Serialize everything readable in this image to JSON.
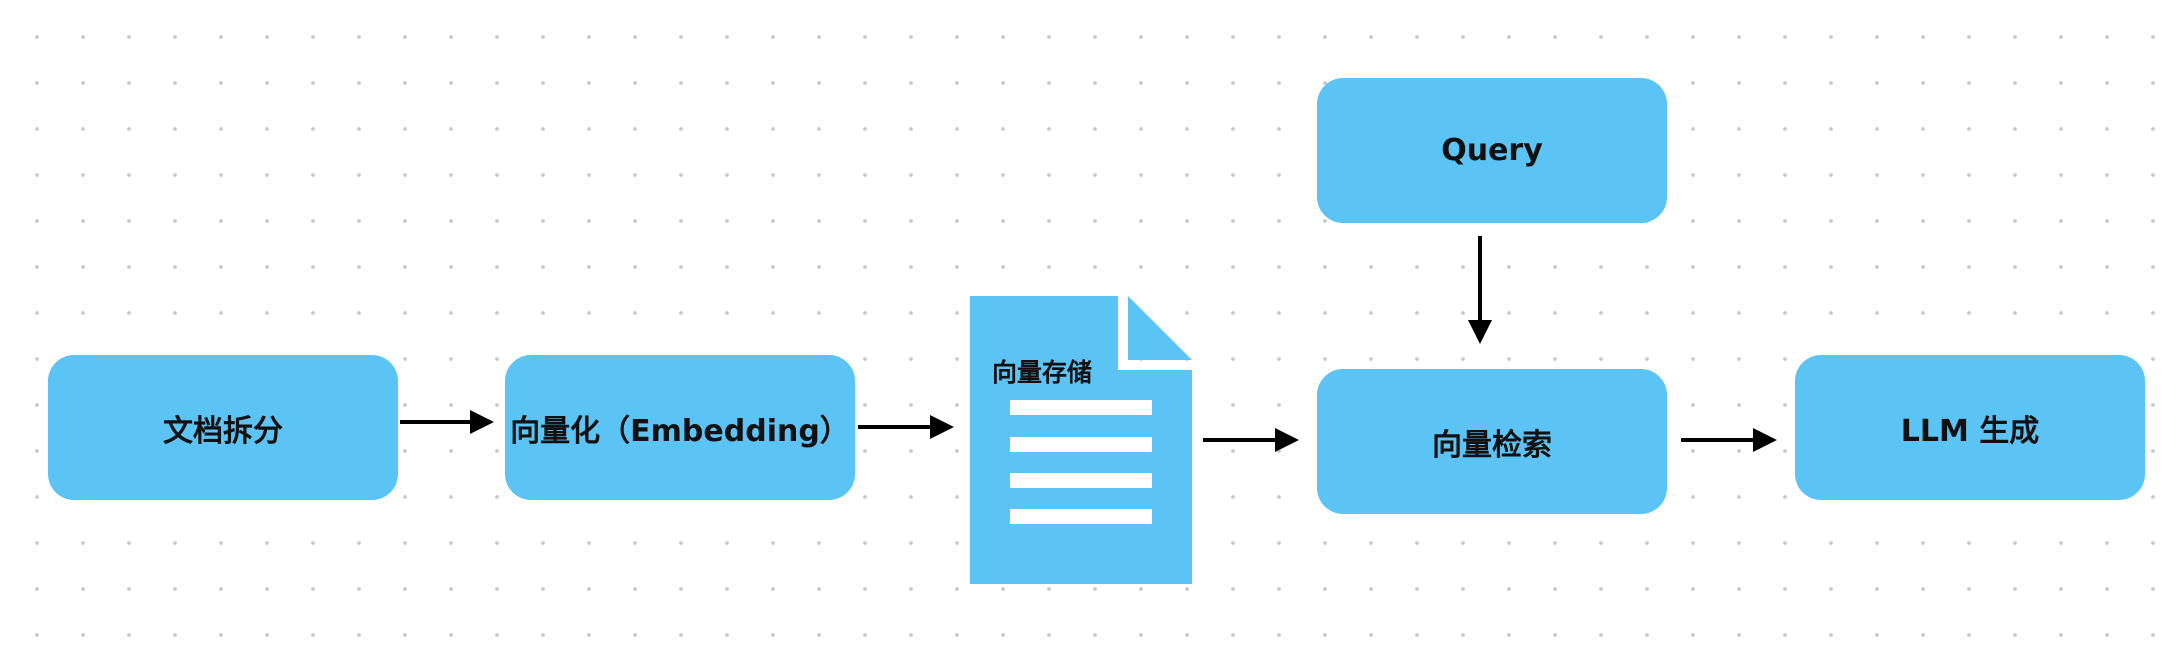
{
  "diagram": {
    "nodes": {
      "split": "文档拆分",
      "embed": "向量化（Embedding）",
      "store": "向量存储",
      "query": "Query",
      "retrieve": "向量检索",
      "llm": "LLM 生成"
    }
  },
  "colors": {
    "node_fill": "#5bc4f5",
    "text": "#111111",
    "arrow": "#000000",
    "dot_grid": "#c9c9c9"
  }
}
